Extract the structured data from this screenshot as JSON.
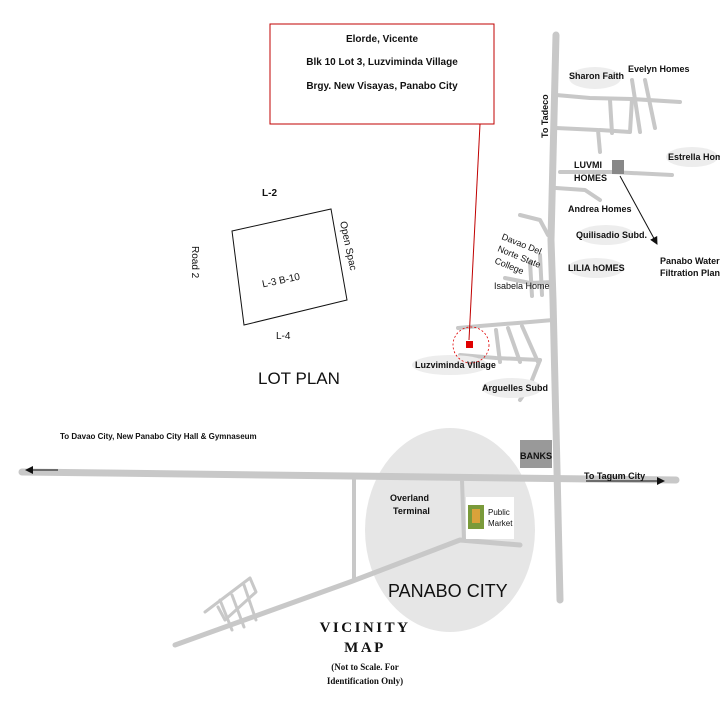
{
  "address_box": {
    "line1": "Elorde, Vicente",
    "line2": "Blk  10 Lot  3, Luzviminda Village",
    "line3": "Brgy. New Visayas, Panabo City"
  },
  "lot_plan": {
    "title": "LOT PLAN",
    "north": "L-2",
    "south": "L-4",
    "west": "Road 2",
    "east": "Open Spac",
    "lot": "L-3  B-10"
  },
  "landmarks": {
    "to_tadeco": "To Tadeco",
    "sharon_faith": "Sharon Faith",
    "evelyn_homes": "Evelyn Homes",
    "estrella_home": "Estrella Home",
    "luvmi_homes_1": "LUVMI",
    "luvmi_homes_2": "HOMES",
    "andrea_homes": "Andrea Homes",
    "quilisadio": "Quilisadio Subd.",
    "water_plant_1": "Panabo Water District",
    "water_plant_2": "Filtration Plant",
    "lilia_homes": "LILIA hOMES",
    "college_1": "Davao Del",
    "college_2": "Norte State",
    "college_3": "College",
    "isabela": "Isabela Home",
    "luzviminda": "Luzviminda Village",
    "arguelles": "Arguelles Subd",
    "to_davao": "To Davao City, New Panabo City Hall & Gymnaseum",
    "banks": "BANKS",
    "to_tagum": "To Tagum City",
    "overland_1": "Overland",
    "overland_2": "Terminal",
    "market_1": "Public",
    "market_2": "Market",
    "city": "PANABO CITY"
  },
  "vicinity": {
    "title1": "VICINITY",
    "title2": "MAP",
    "note1": "(Not to Scale. For",
    "note2": "Identification  Only)"
  },
  "colors": {
    "road": "#c8c8c8",
    "city_circle": "#e6e6e6",
    "marker": "#e00000",
    "box_border": "#c00000",
    "building": "#888888"
  }
}
